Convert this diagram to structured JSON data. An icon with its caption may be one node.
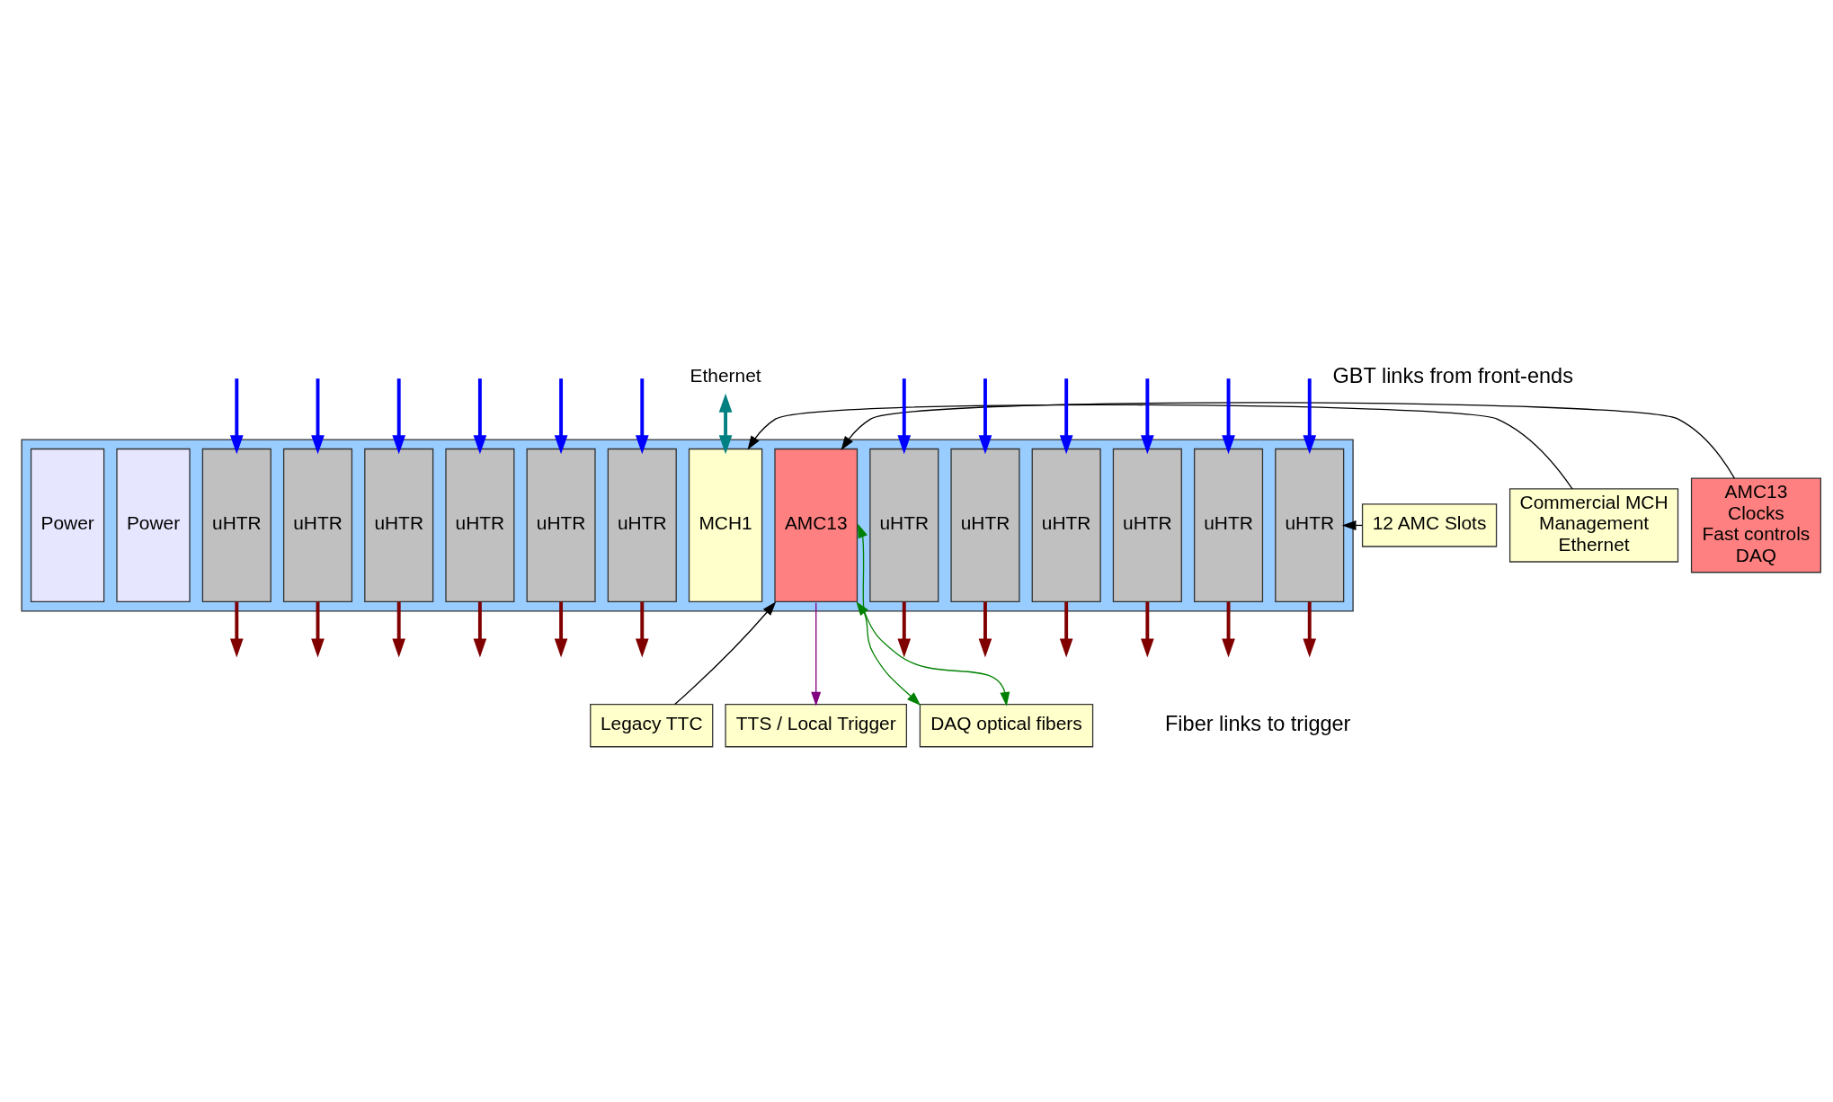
{
  "diagram": {
    "nodes": [
      {
        "text": [],
        "shape": "box"
      },
      {
        "text": [
          "Power"
        ],
        "in": 0
      },
      {
        "text": [
          "Power"
        ],
        "in": 0
      },
      {
        "text": [
          "uHTR"
        ],
        "in": 0
      },
      {
        "text": [
          "uHTR"
        ],
        "in": 0
      },
      {
        "text": [
          "uHTR"
        ],
        "in": 0
      },
      {
        "text": [
          "uHTR"
        ],
        "in": 0
      },
      {
        "text": [
          "uHTR"
        ],
        "in": 0
      },
      {
        "text": [
          "uHTR"
        ],
        "in": 0
      },
      {
        "text": [
          "MCH1"
        ],
        "in": 0
      },
      {
        "text": [
          "AMC13"
        ],
        "in": 0
      },
      {
        "text": [
          "uHTR"
        ],
        "in": 0
      },
      {
        "text": [
          "uHTR"
        ],
        "in": 0
      },
      {
        "text": [
          "uHTR"
        ],
        "in": 0
      },
      {
        "text": [
          "uHTR"
        ],
        "in": 0
      },
      {
        "text": [
          "uHTR"
        ],
        "in": 0
      },
      {
        "text": [
          "uHTR"
        ],
        "in": 0
      },
      {
        "text": [
          "Ethernet"
        ]
      },
      {
        "text": [
          "12 AMC Slots"
        ]
      },
      {
        "text": [
          "Commercial MCH",
          "Management",
          "Ethernet"
        ]
      },
      {
        "text": [
          "AMC13",
          "Clocks",
          "Fast controls",
          "DAQ"
        ]
      },
      {
        "text": [
          "Legacy TTC"
        ]
      },
      {
        "text": [
          "TTS / Local Trigger"
        ]
      },
      {
        "text": [
          "DAQ optical fibers"
        ]
      }
    ],
    "edges": [
      {
        "from": null,
        "to": 3,
        "arrow": "to",
        "color": "#0000ff"
      },
      {
        "from": null,
        "to": 4,
        "arrow": "to",
        "color": "#0000ff"
      },
      {
        "from": null,
        "to": 5,
        "arrow": "to",
        "color": "#0000ff"
      },
      {
        "from": null,
        "to": 6,
        "arrow": "to",
        "color": "#0000ff"
      },
      {
        "from": null,
        "to": 7,
        "arrow": "to",
        "color": "#0000ff"
      },
      {
        "from": null,
        "to": 8,
        "arrow": "to",
        "color": "#0000ff"
      },
      {
        "from": 9,
        "to": 17,
        "arrow": "both",
        "color": "#008080"
      },
      {
        "from": null,
        "to": 11,
        "arrow": "to",
        "color": "#0000ff"
      },
      {
        "from": null,
        "to": 12,
        "arrow": "to",
        "color": "#0000ff"
      },
      {
        "from": null,
        "to": 13,
        "arrow": "to",
        "color": "#0000ff"
      },
      {
        "from": null,
        "to": 14,
        "arrow": "to",
        "color": "#0000ff"
      },
      {
        "from": null,
        "to": 15,
        "arrow": "to",
        "color": "#0000ff"
      },
      {
        "from": null,
        "to": 16,
        "arrow": "to",
        "color": "#0000ff"
      },
      {
        "from": 18,
        "to": 16,
        "arrow": "to",
        "color": "#000000"
      },
      {
        "from": 19,
        "to": 9,
        "arrow": "to",
        "color": "#000000"
      },
      {
        "from": 20,
        "to": 10,
        "arrow": "to",
        "color": "#000000"
      },
      {
        "from": 3,
        "to": null,
        "arrow": "to",
        "color": "#800000"
      },
      {
        "from": 4,
        "to": null,
        "arrow": "to",
        "color": "#800000"
      },
      {
        "from": 5,
        "to": null,
        "arrow": "to",
        "color": "#800000"
      },
      {
        "from": 6,
        "to": null,
        "arrow": "to",
        "color": "#800000"
      },
      {
        "from": 7,
        "to": null,
        "arrow": "to",
        "color": "#800000"
      },
      {
        "from": 8,
        "to": null,
        "arrow": "to",
        "color": "#800000"
      },
      {
        "from": 11,
        "to": null,
        "arrow": "to",
        "color": "#800000"
      },
      {
        "from": 12,
        "to": null,
        "arrow": "to",
        "color": "#800000"
      },
      {
        "from": 13,
        "to": null,
        "arrow": "to",
        "color": "#800000"
      },
      {
        "from": 14,
        "to": null,
        "arrow": "to",
        "color": "#800000"
      },
      {
        "from": 15,
        "to": null,
        "arrow": "to",
        "color": "#800000"
      },
      {
        "from": 16,
        "to": null,
        "arrow": "to",
        "color": "#800000"
      },
      {
        "from": 21,
        "to": 10,
        "arrow": "to",
        "color": "#000000"
      },
      {
        "from": 10,
        "to": 22,
        "arrow": "to",
        "color": "#800080"
      },
      {
        "from": 10,
        "to": 23,
        "arrow": "both",
        "color": "#008000"
      },
      {
        "from": 10,
        "to": 23,
        "arrow": "both",
        "color": "#008000"
      }
    ],
    "labels": [
      "GBT links from front-ends",
      "Fiber links to trigger"
    ]
  }
}
